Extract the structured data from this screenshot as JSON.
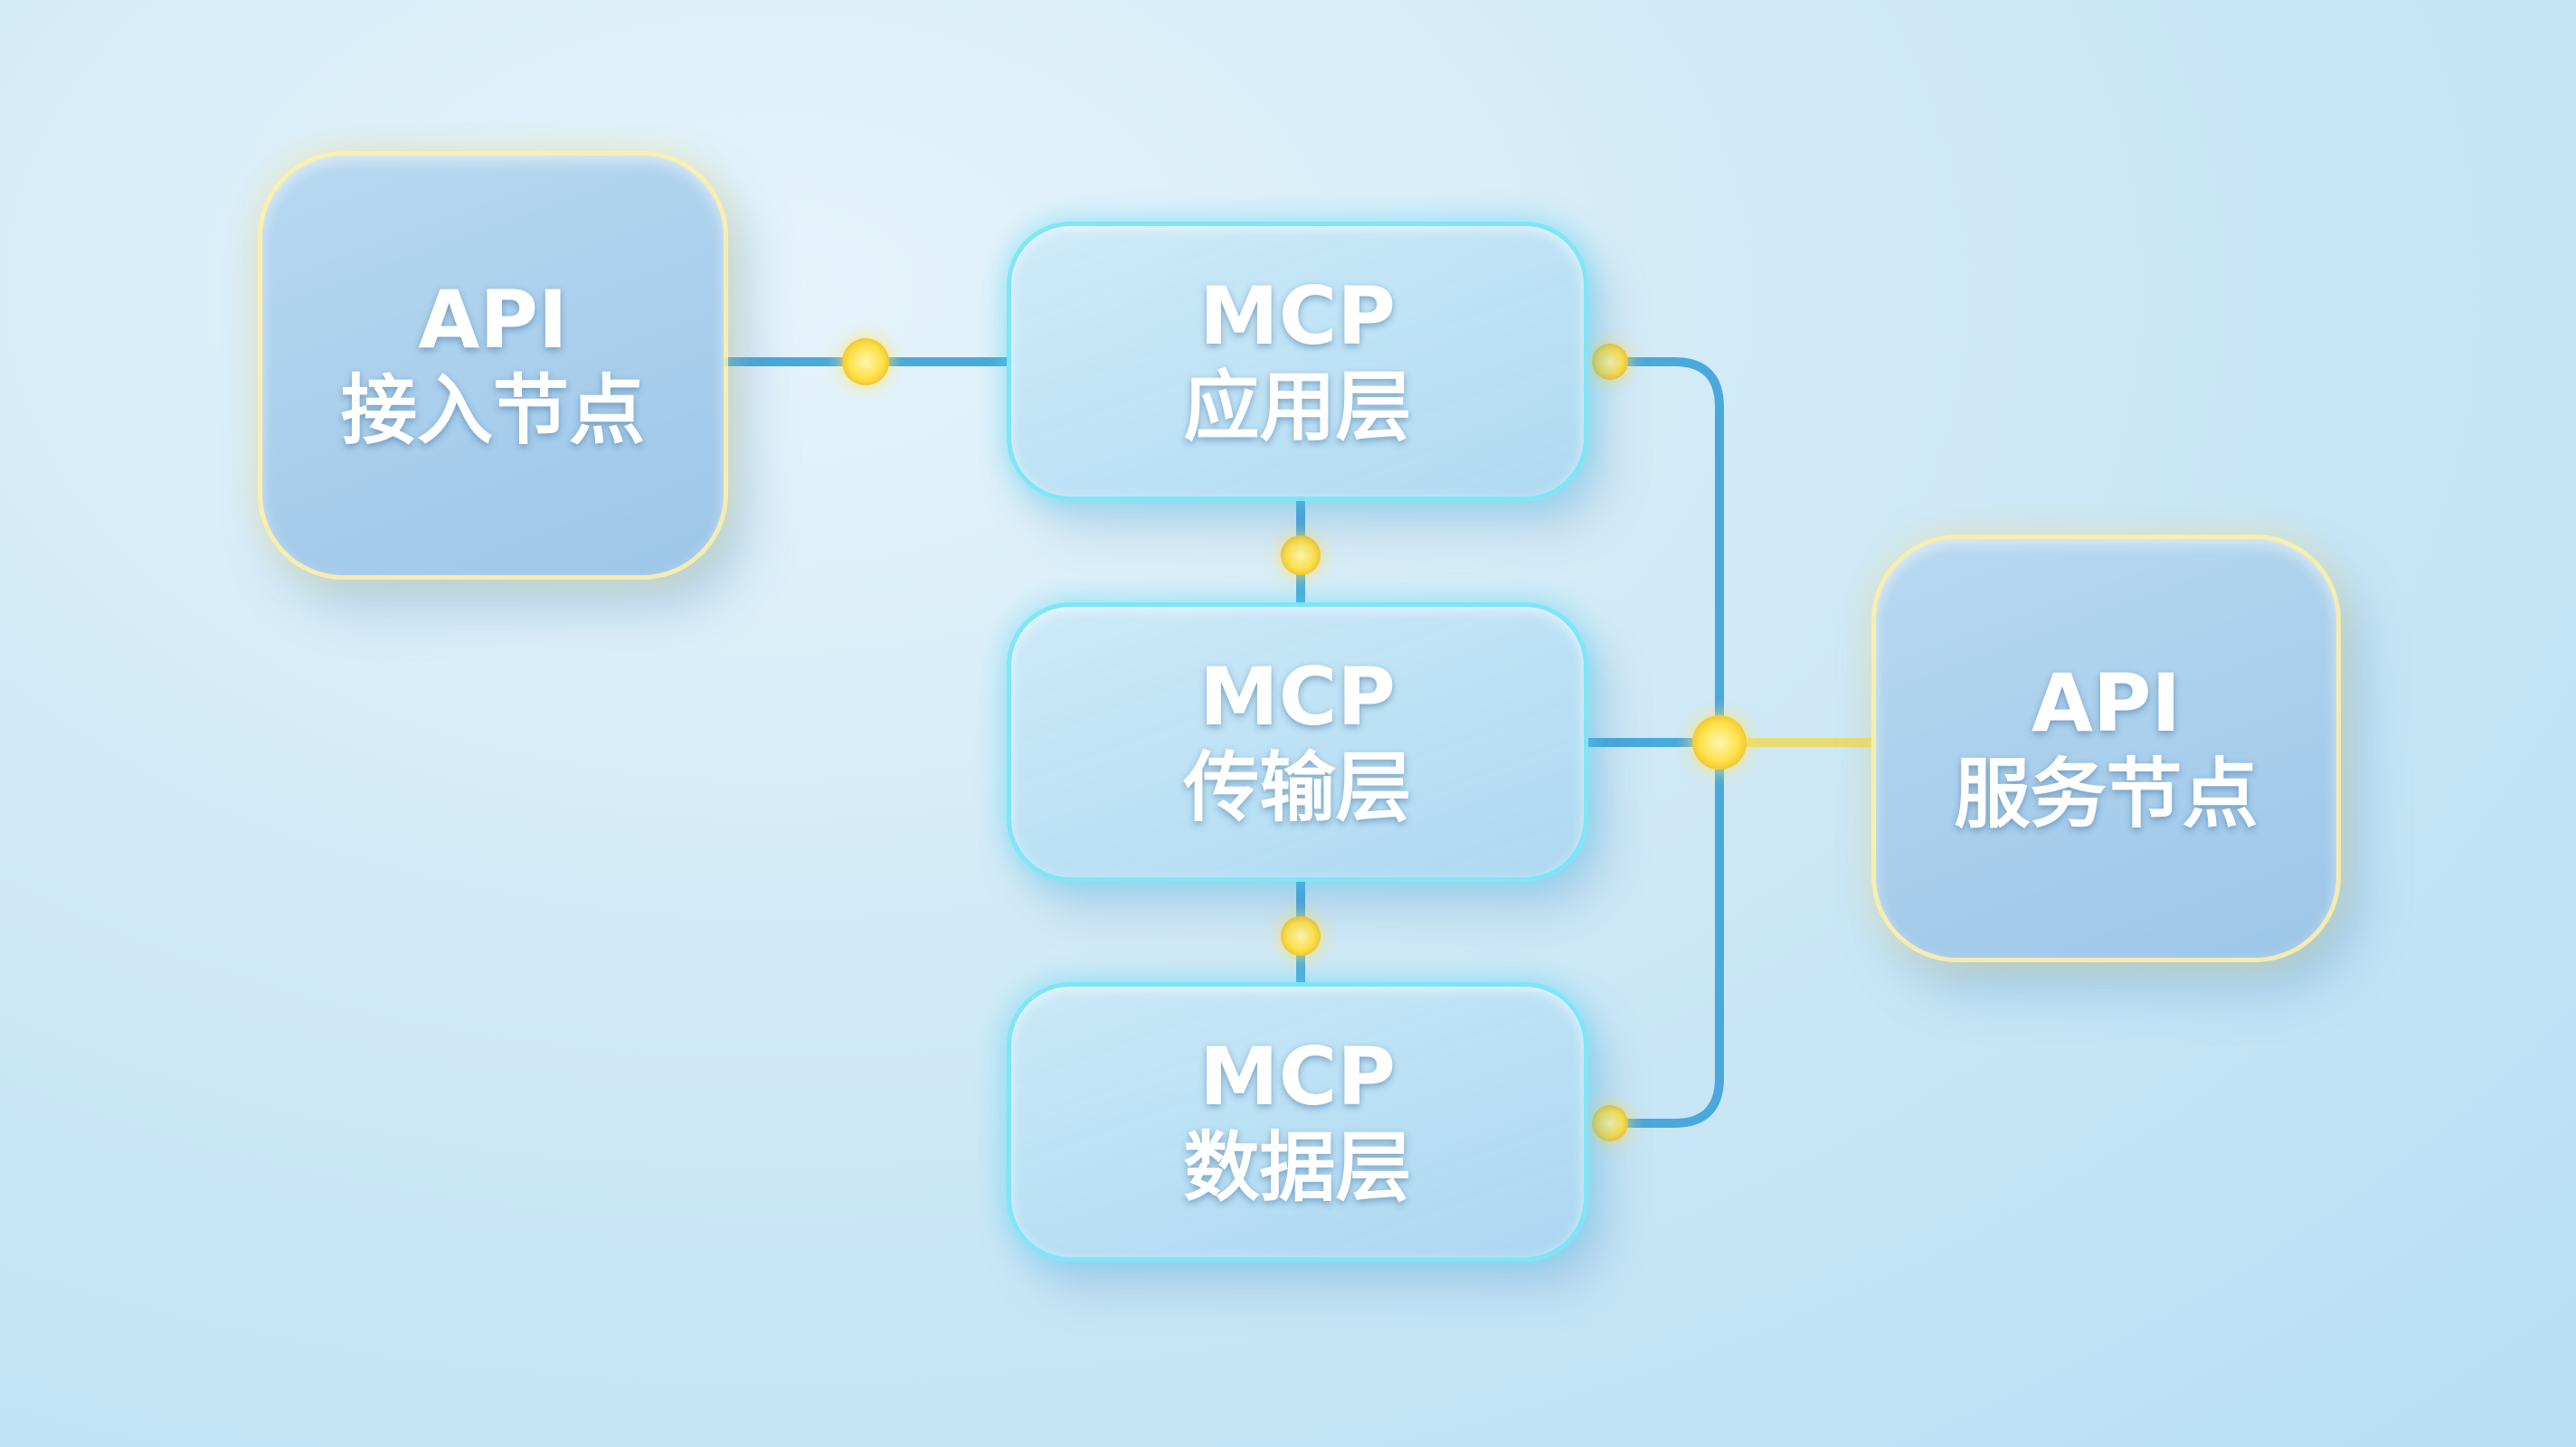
{
  "nodes": {
    "api_access": {
      "line1": "API",
      "line2": "接入节点"
    },
    "mcp_app": {
      "line1": "MCP",
      "line2": "应用层"
    },
    "mcp_transport": {
      "line1": "MCP",
      "line2": "传输层"
    },
    "mcp_data": {
      "line1": "MCP",
      "line2": "数据层"
    },
    "api_service": {
      "line1": "API",
      "line2": "服务节点"
    }
  },
  "colors": {
    "line": "#4aa8dc",
    "dot": "#ffe45a",
    "glow_yellow": "#fff0a0",
    "glow_cyan": "#78e6f5"
  }
}
